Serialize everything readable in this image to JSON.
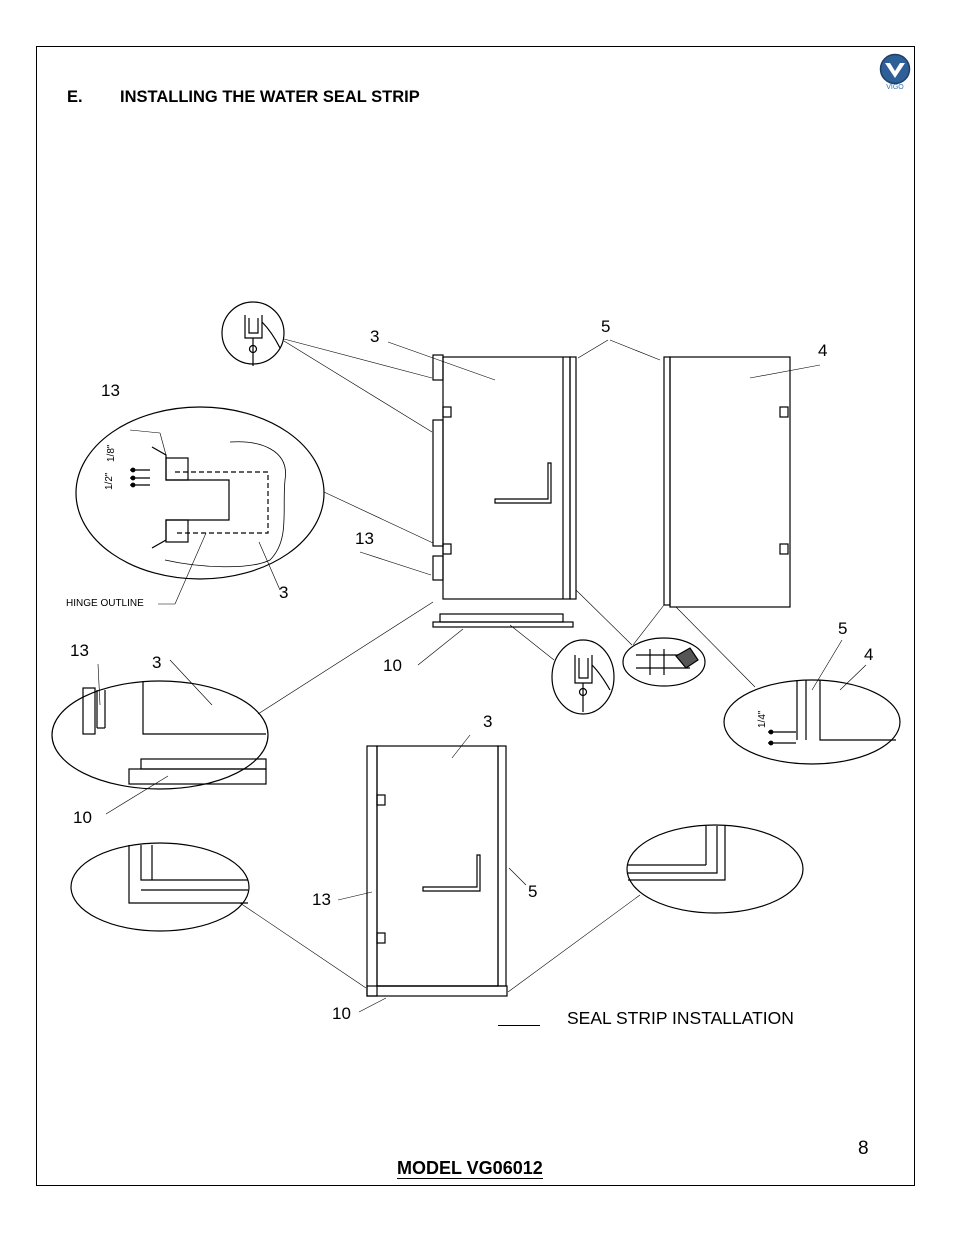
{
  "section": {
    "letter": "E.",
    "title": "INSTALLING THE WATER SEAL STRIP"
  },
  "logo": {
    "text": "VIGO",
    "color": "#2f5f97"
  },
  "callouts": {
    "panel_door": "3",
    "panel_door_2": "3",
    "panel_door_3": "3",
    "panel_door_4": "3",
    "strip_5_top": "5",
    "strip_5_right": "5",
    "strip_5_bottom": "5",
    "panel_fixed": "4",
    "panel_fixed_2": "4",
    "strip_13_top": "13",
    "strip_13_mid": "13",
    "strip_13_left": "13",
    "strip_13_bottom": "13",
    "strip_10_mid": "10",
    "strip_10_left": "10",
    "strip_10_bottom": "10"
  },
  "dimensions": {
    "half_inch": "1/2\"",
    "eighth_inch": "1/8\"",
    "quarter_inch": "1/4\""
  },
  "hinge_outline_label": "HINGE OUTLINE",
  "legend": {
    "text": "SEAL STRIP INSTALLATION"
  },
  "page_number": "8",
  "model": "MODEL VG06012"
}
